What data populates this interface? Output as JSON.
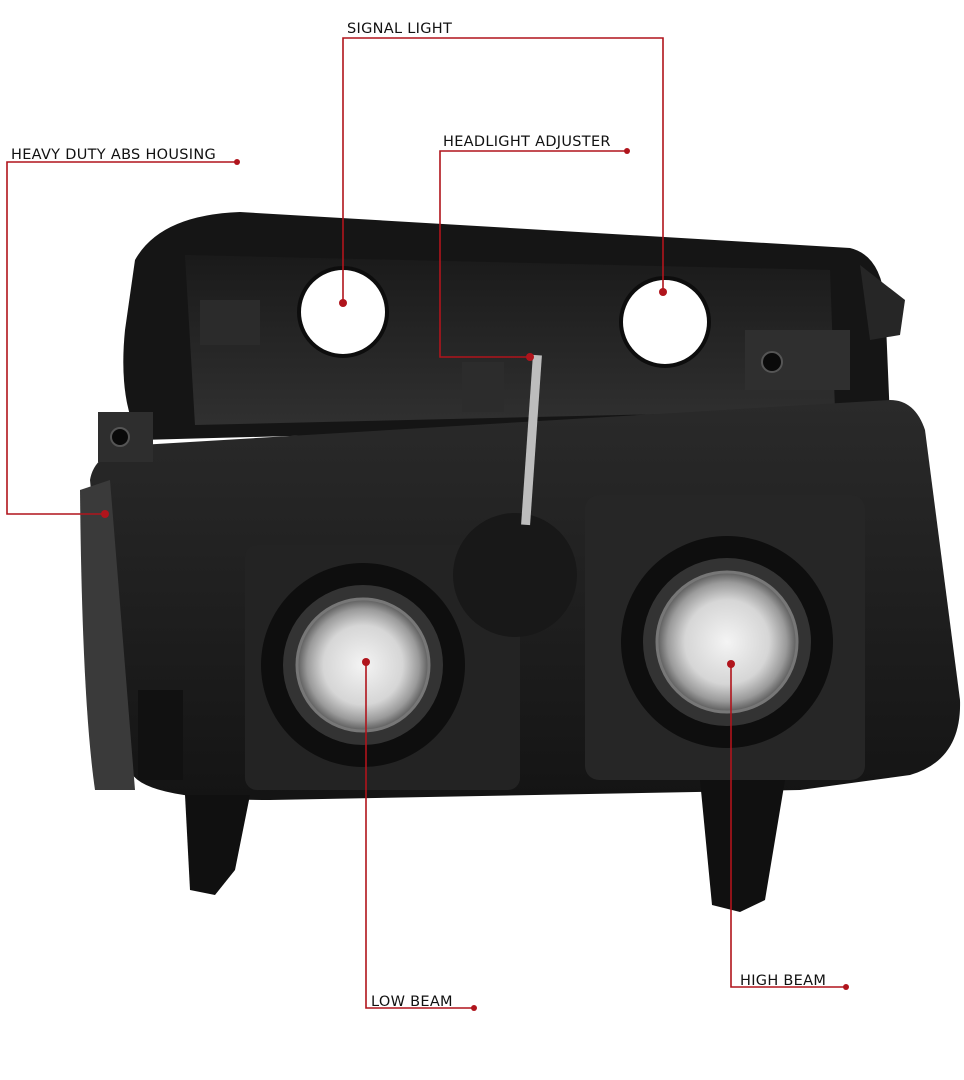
{
  "callouts": {
    "signal_light": "SIGNAL LIGHT",
    "headlight_adjuster": "HEADLIGHT ADJUSTER",
    "housing": "HEAVY DUTY ABS HOUSING",
    "low_beam": "LOW BEAM",
    "high_beam": "HIGH BEAM"
  },
  "colors": {
    "leader_line": "#b0141c",
    "housing_body": "#1c1c1c",
    "background": "#ffffff"
  }
}
